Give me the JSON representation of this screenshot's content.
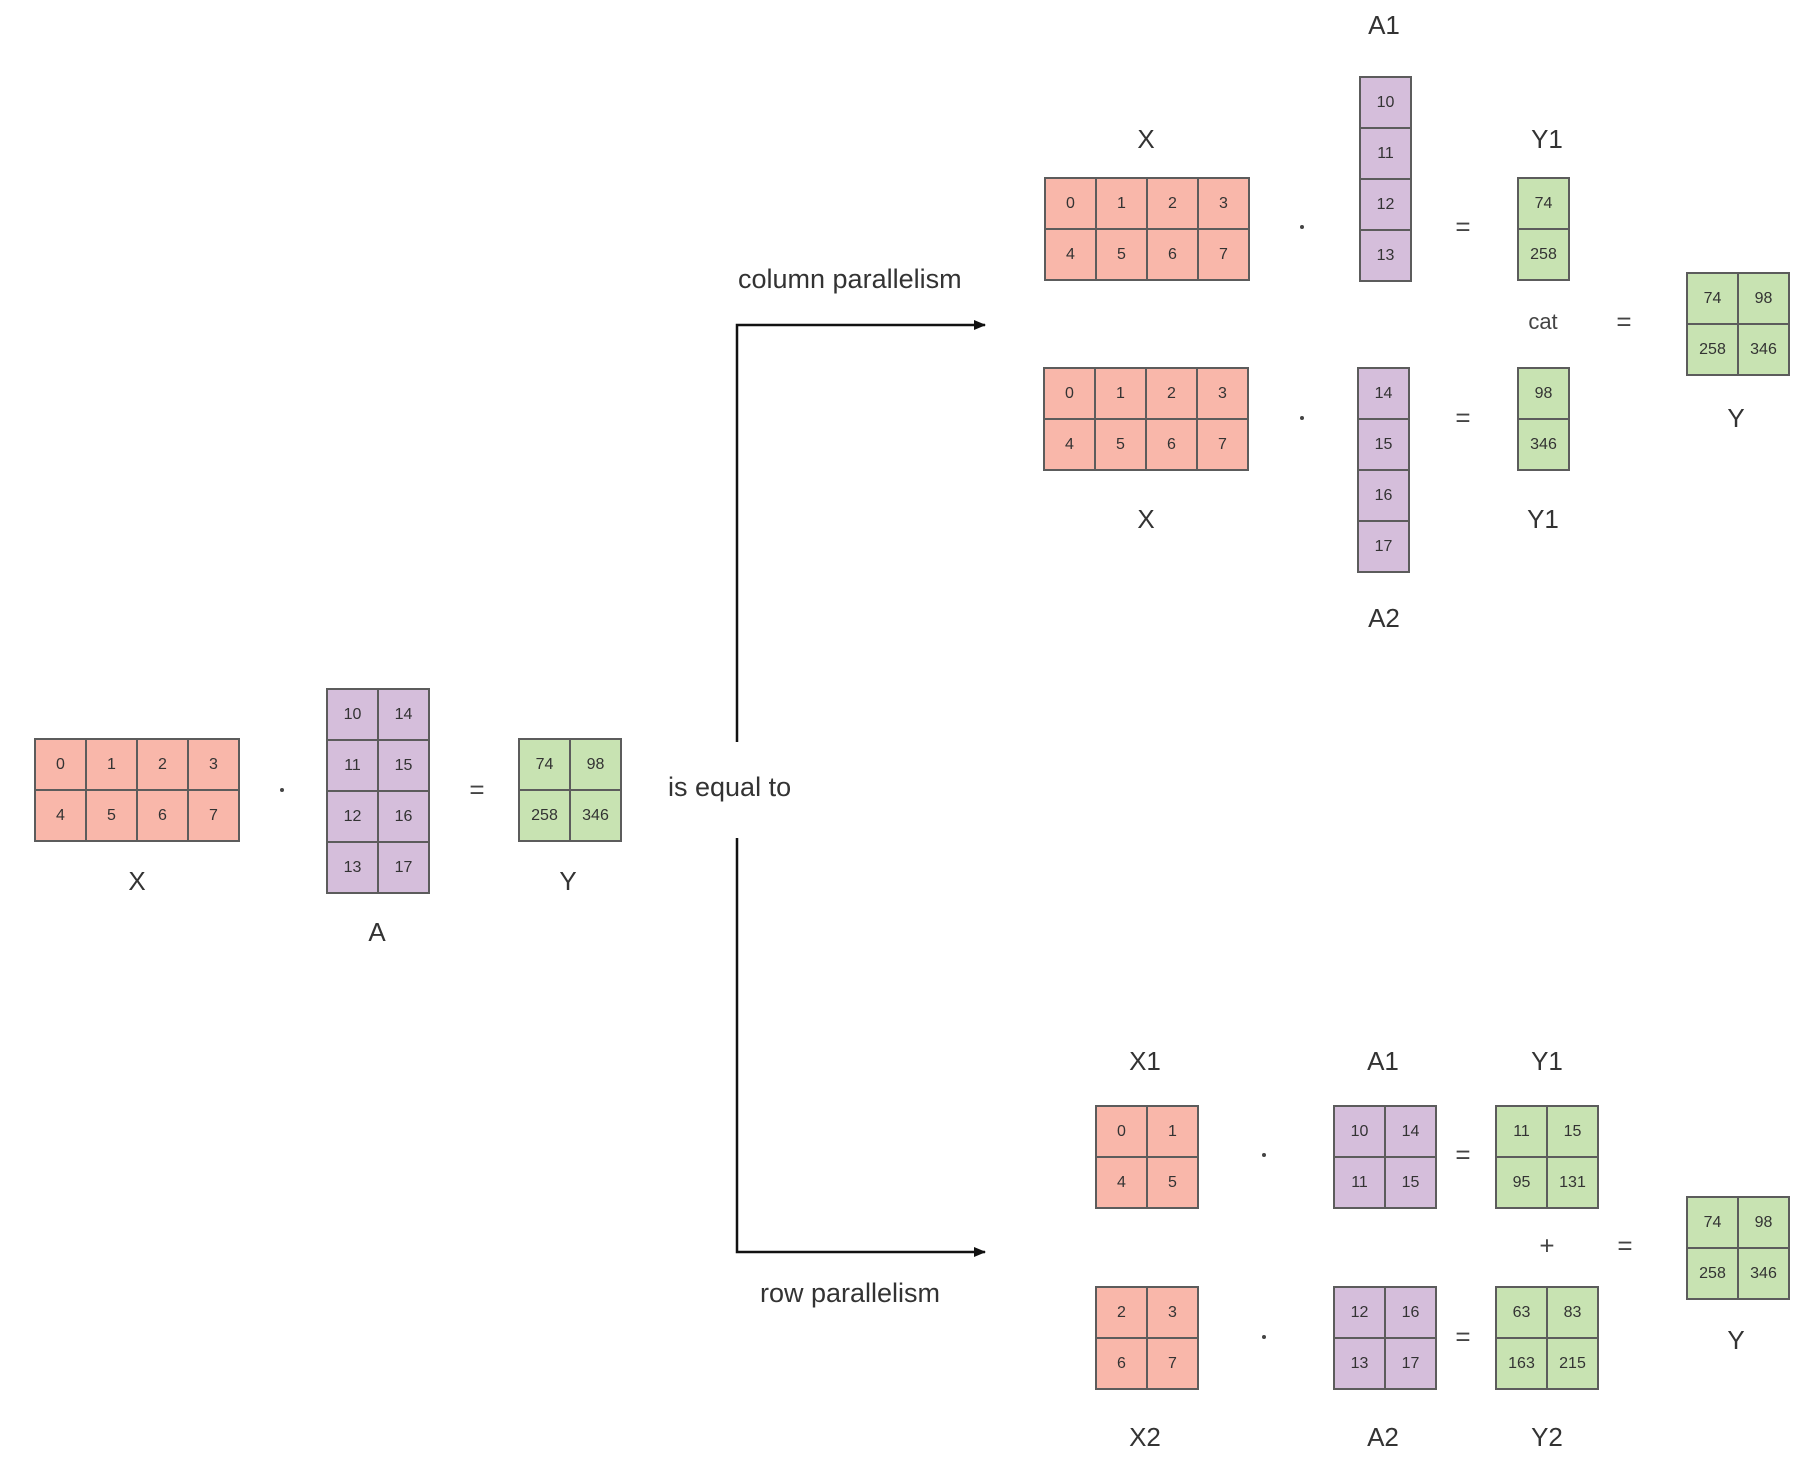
{
  "matrices": {
    "main_x": {
      "label": "X",
      "rows": [
        [
          "0",
          "1",
          "2",
          "3"
        ],
        [
          "4",
          "5",
          "6",
          "7"
        ]
      ]
    },
    "main_a": {
      "label": "A",
      "rows": [
        [
          "10",
          "14"
        ],
        [
          "11",
          "15"
        ],
        [
          "12",
          "16"
        ],
        [
          "13",
          "17"
        ]
      ]
    },
    "main_y": {
      "label": "Y",
      "rows": [
        [
          "74",
          "98"
        ],
        [
          "258",
          "346"
        ]
      ]
    },
    "col_x_top": {
      "label": "X",
      "rows": [
        [
          "0",
          "1",
          "2",
          "3"
        ],
        [
          "4",
          "5",
          "6",
          "7"
        ]
      ]
    },
    "col_a1": {
      "label": "A1",
      "rows": [
        [
          "10"
        ],
        [
          "11"
        ],
        [
          "12"
        ],
        [
          "13"
        ]
      ]
    },
    "col_y1_top": {
      "label": "Y1",
      "rows": [
        [
          "74"
        ],
        [
          "258"
        ]
      ]
    },
    "col_x_bottom": {
      "label": "X",
      "rows": [
        [
          "0",
          "1",
          "2",
          "3"
        ],
        [
          "4",
          "5",
          "6",
          "7"
        ]
      ]
    },
    "col_a2": {
      "label": "A2",
      "rows": [
        [
          "14"
        ],
        [
          "15"
        ],
        [
          "16"
        ],
        [
          "17"
        ]
      ]
    },
    "col_y1_bottom": {
      "label": "Y1",
      "rows": [
        [
          "98"
        ],
        [
          "346"
        ]
      ]
    },
    "col_y": {
      "label": "Y",
      "rows": [
        [
          "74",
          "98"
        ],
        [
          "258",
          "346"
        ]
      ]
    },
    "row_x1": {
      "label": "X1",
      "rows": [
        [
          "0",
          "1"
        ],
        [
          "4",
          "5"
        ]
      ]
    },
    "row_a1": {
      "label": "A1",
      "rows": [
        [
          "10",
          "14"
        ],
        [
          "11",
          "15"
        ]
      ]
    },
    "row_y1": {
      "label": "Y1",
      "rows": [
        [
          "11",
          "15"
        ],
        [
          "95",
          "131"
        ]
      ]
    },
    "row_x2": {
      "label": "X2",
      "rows": [
        [
          "2",
          "3"
        ],
        [
          "6",
          "7"
        ]
      ]
    },
    "row_a2": {
      "label": "A2",
      "rows": [
        [
          "12",
          "16"
        ],
        [
          "13",
          "17"
        ]
      ]
    },
    "row_y2": {
      "label": "Y2",
      "rows": [
        [
          "63",
          "83"
        ],
        [
          "163",
          "215"
        ]
      ]
    },
    "row_y": {
      "label": "Y",
      "rows": [
        [
          "74",
          "98"
        ],
        [
          "258",
          "346"
        ]
      ]
    }
  },
  "operators": {
    "equals": "=",
    "plus": "+",
    "cat": "cat"
  },
  "text": {
    "is_equal_to": "is equal to",
    "column_parallelism": "column parallelism",
    "row_parallelism": "row parallelism"
  },
  "colors": {
    "x_fill": "#f9b7aa",
    "a_fill": "#d5bedb",
    "y_fill": "#c8e3b2",
    "border": "#5c5c5c"
  }
}
